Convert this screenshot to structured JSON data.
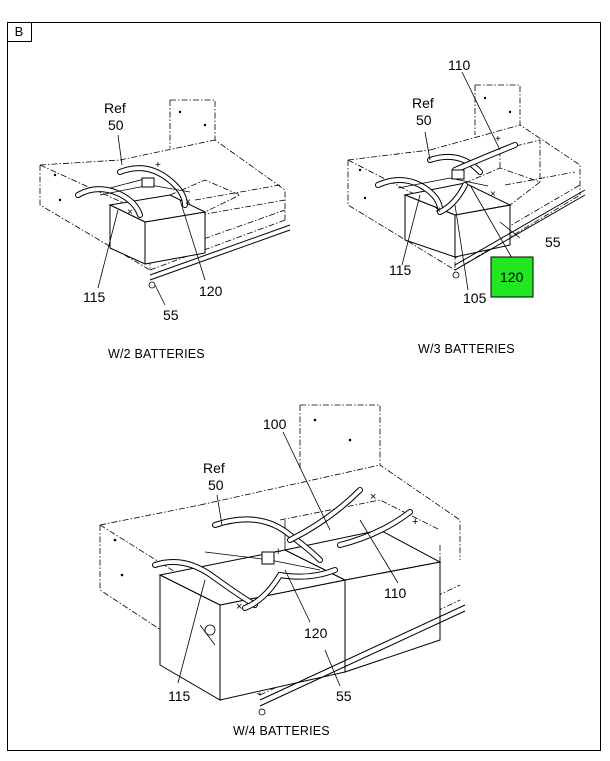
{
  "panel_letter": "B",
  "views": [
    {
      "caption": "W/2 BATTERIES",
      "callouts": [
        "Ref",
        "50",
        "115",
        "120",
        "55"
      ]
    },
    {
      "caption": "W/3 BATTERIES",
      "callouts": [
        "110",
        "Ref",
        "50",
        "55",
        "115",
        "105",
        "120"
      ],
      "highlighted_callout": "120"
    },
    {
      "caption": "W/4 BATTERIES",
      "callouts": [
        "100",
        "Ref",
        "50",
        "110",
        "120",
        "115",
        "55"
      ]
    }
  ],
  "colors": {
    "highlight": "#22e622",
    "line": "#000000"
  }
}
